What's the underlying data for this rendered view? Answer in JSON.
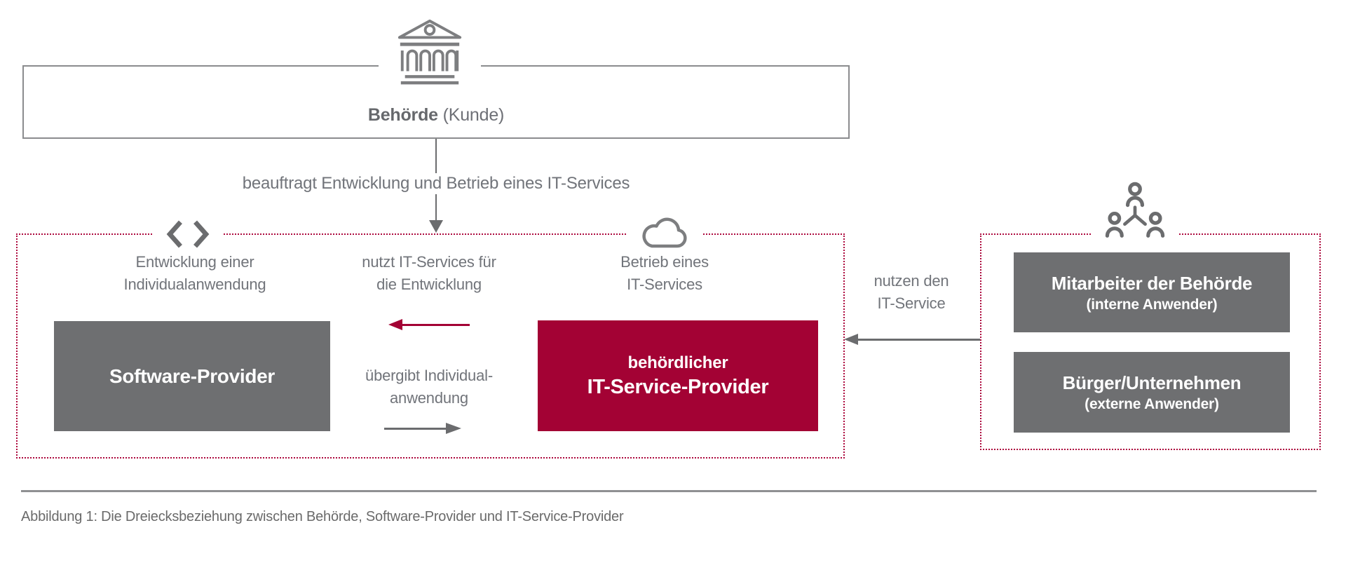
{
  "colors": {
    "accent_red": "#a30234",
    "dotted_border_red": "#ad0a3e",
    "box_gray": "#6e6f71",
    "text_gray": "#71747a",
    "border_gray": "#8b8c8e"
  },
  "customer": {
    "name": "Behörde",
    "role": "(Kunde)"
  },
  "mandate": {
    "label": "beauftragt Entwicklung und Betrieb eines IT-Services"
  },
  "providers_zone": {
    "dev_line1": "Entwicklung einer",
    "dev_line2": "Individualanwendung",
    "software_provider": "Software-Provider",
    "uses_line1": "nutzt IT-Services für",
    "uses_line2": "die Entwicklung",
    "handover_line1": "übergibt Individual-",
    "handover_line2": "anwendung",
    "operate_line1": "Betrieb eines",
    "operate_line2": "IT-Services",
    "it_provider_line1": "behördlicher",
    "it_provider_line2": "IT-Service-Provider"
  },
  "users_zone": {
    "use_line1": "nutzen den",
    "use_line2": "IT-Service",
    "internal_line1": "Mitarbeiter der Behörde",
    "internal_line2": "(interne Anwender)",
    "external_line1": "Bürger/Unternehmen",
    "external_line2": "(externe Anwender)"
  },
  "caption": "Abbildung 1: Die Dreiecksbeziehung zwischen Behörde, Software-Provider und IT-Service-Provider",
  "icons": {
    "building": "government-building-icon",
    "code": "code-brackets-icon",
    "cloud": "cloud-icon",
    "users": "user-group-icon"
  }
}
